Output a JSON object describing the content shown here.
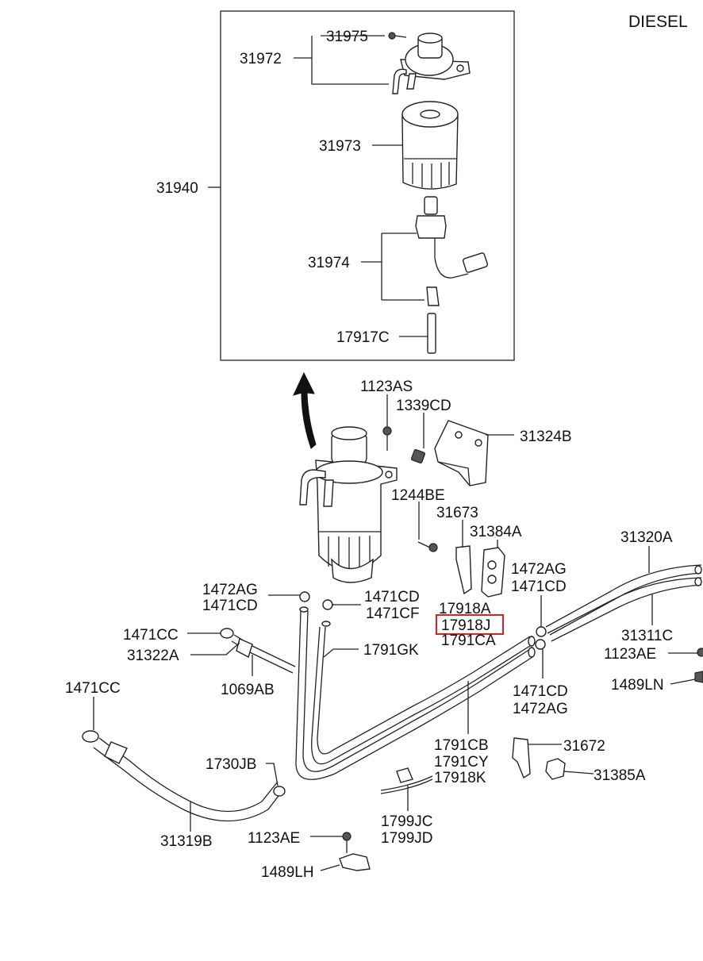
{
  "title": "DIESEL",
  "parts": {
    "p31975": "31975",
    "p31972": "31972",
    "p31973": "31973",
    "p31940": "31940",
    "p31974": "31974",
    "p17917C": "17917C",
    "p1123AS": "1123AS",
    "p1339CD": "1339CD",
    "p31324B": "31324B",
    "p1244BE": "1244BE",
    "p31673": "31673",
    "p31384A": "31384A",
    "p31320A": "31320A",
    "p1472AG_a": "1472AG",
    "p1471CD_a": "1471CD",
    "p1472AG_b": "1472AG",
    "p1471CD_b": "1471CD",
    "p1471CD_c": "1471CD",
    "p1471CF": "1471CF",
    "p17918A": "17918A",
    "p17918J": "17918J",
    "p1791CA": "1791CA",
    "p31311C": "31311C",
    "p1123AE_a": "1123AE",
    "p1471CC_a": "1471CC",
    "p31322A": "31322A",
    "p1791GK": "1791GK",
    "p1489LN": "1489LN",
    "p1069AB": "1069AB",
    "p1471CD_d": "1471CD",
    "p1472AG_c": "1472AG",
    "p1471CC_b": "1471CC",
    "p1791CB": "1791CB",
    "p31672": "31672",
    "p1791CY": "1791CY",
    "p31385A": "31385A",
    "p17918K": "17918K",
    "p1730JB": "1730JB",
    "p1799JC": "1799JC",
    "p1799JD": "1799JD",
    "p1123AE_b": "1123AE",
    "p31319B": "31319B",
    "p1489LH": "1489LH"
  },
  "highlighted_part": "17918J",
  "colors": {
    "highlight": "#e0201a",
    "line": "#222222",
    "background": "#ffffff"
  }
}
